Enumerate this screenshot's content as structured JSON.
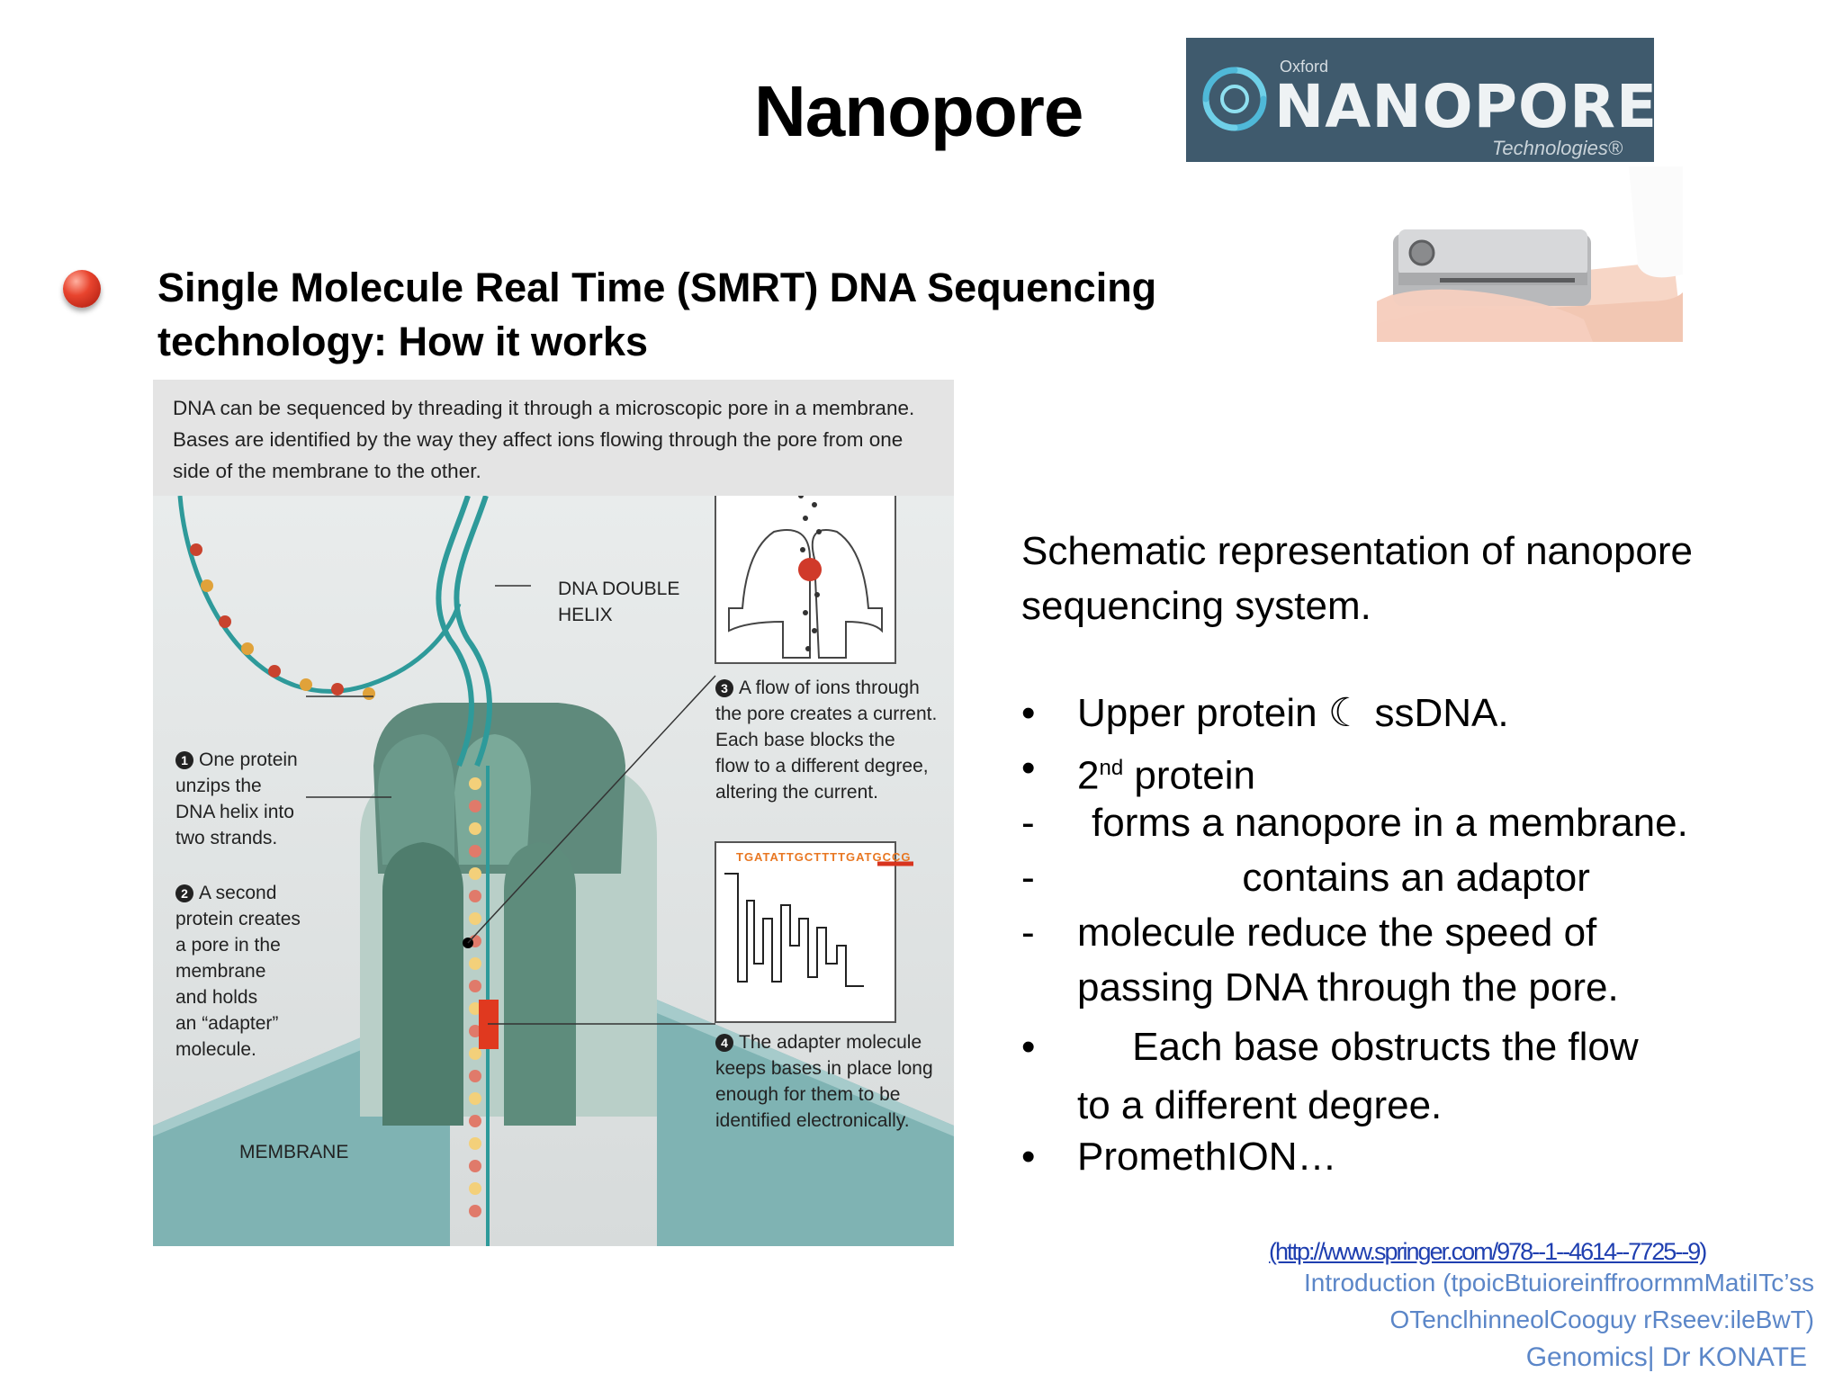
{
  "title": "Nanopore",
  "logo": {
    "small": "Oxford",
    "main": "NANOPORE",
    "sub": "Technologies®"
  },
  "heading": {
    "line1": "Single Molecule Real Time (SMRT) DNA Sequencing",
    "line2": "technology: How it works"
  },
  "figure": {
    "caption_lines": [
      "DNA can be sequenced by threading it through a microscopic pore in a membrane.",
      "Bases are identified by the way they affect ions flowing through the pore from one",
      "side of the membrane to the other."
    ],
    "helix_label": [
      "DNA DOUBLE",
      "HELIX"
    ],
    "step1": [
      "One protein",
      "unzips the",
      "DNA helix into",
      "two strands."
    ],
    "step2": [
      "A second",
      "protein creates",
      "a pore in the",
      "membrane",
      "and holds",
      "an “adapter”",
      "molecule."
    ],
    "step3": [
      "A flow of ions through",
      "the pore creates a current.",
      "Each base blocks the",
      "flow to a different degree,",
      "altering the current."
    ],
    "step4": [
      "The adapter molecule",
      "keeps bases in place long",
      "enough for them to be",
      "identified electronically."
    ],
    "membrane_label": "MEMBRANE",
    "sequence": "TGATATTGCTTTTGATGCCG"
  },
  "caption": [
    "Schematic representation of nanopore",
    "sequencing system."
  ],
  "items": {
    "b1": "Upper protein  ☾  ssDNA.",
    "b2_pre": "2",
    "b2_sup": "nd",
    "b2_post": " protein",
    "d1": " forms a nanopore in a membrane.",
    "d2": "               contains an adaptor",
    "d2_cont1": "molecule reduce the speed of",
    "d2_cont2": "passing DNA through the pore.",
    "b3": "     Each base obstructs the flow",
    "b3_cont": "to a different degree.",
    "b4": "PromethION…",
    "bullet": "•",
    "dash": "--"
  },
  "reference": "(http://www.springer.com/978--1--4614--7725--9)",
  "footer": {
    "line1": "Introduction (tpoicBtuioreinffroormmMatiITc’ss",
    "line2": "OTenclhinneolCooguy rRseev:ileBwT)",
    "line3": "Genomics| Dr KONATE"
  },
  "colors": {
    "footer": "#5b86c8",
    "reference": "#1f3fb0",
    "logo_bg": "#3f5a6d",
    "bullet": "#e8442e"
  }
}
